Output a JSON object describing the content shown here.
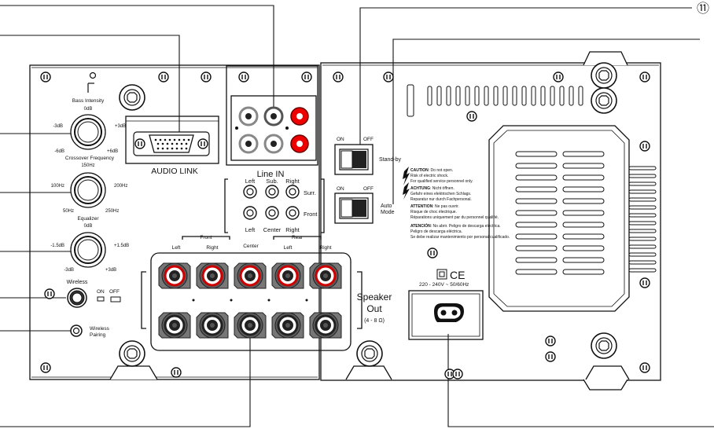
{
  "callout_number": "⑪",
  "panel": {
    "bass": {
      "title": "Bass Intensity",
      "top": "0dB",
      "left": "-3dB",
      "right": "+3dB",
      "bottom_left": "-6dB",
      "bottom_right": "+6dB"
    },
    "crossover": {
      "title": "Crossover Frequency",
      "top": "150Hz",
      "left": "100Hz",
      "right": "200Hz",
      "bottom_left": "50Hz",
      "bottom_right": "250Hz"
    },
    "equalizer": {
      "title": "Equalizer",
      "top": "0dB",
      "left": "-1.5dB",
      "right": "+1.5dB",
      "bottom_left": "-3dB",
      "bottom_right": "+3dB"
    },
    "wireless": {
      "title": "Wireless",
      "on": "ON",
      "off": "OFF"
    },
    "wireless_pairing": {
      "line1": "Wireless",
      "line2": "Pairing"
    },
    "audio_link": "AUDIO LINK",
    "line_in": {
      "title": "Line IN",
      "left": "Left",
      "sub": "Sub.",
      "right": "Right",
      "surr": "Surr.",
      "front": "Front",
      "left2": "Left",
      "center": "Center",
      "right2": "Right"
    },
    "standby": {
      "on": "ON",
      "off": "OFF",
      "label": "Stand-by"
    },
    "auto_mode": {
      "on": "ON",
      "off": "OFF",
      "line1": "Auto",
      "line2": "Mode"
    },
    "speaker": {
      "front": "Front",
      "rear": "Rear",
      "left": "Left",
      "right": "Right",
      "center": "Center",
      "left2": "Left",
      "right2": "Right",
      "out_line1": "Speaker",
      "out_line2": "Out",
      "out_line3": "(4 - 8 Ω)"
    },
    "caution": [
      {
        "head": "CAUTION",
        "l1": ": Do not open.",
        "l2": "Risk of electric shock.",
        "l3": "For qualified service personnel only."
      },
      {
        "head": "ACHTUNG",
        "l1": ": Nicht öffnen.",
        "l2": "Gefahr eines elektrischen Schlags.",
        "l3": "Reparatur nur durch Fachpersonal."
      },
      {
        "head": "ATTENTION",
        "l1": ": Ne pas ouvrir.",
        "l2": "Risque de choc électrique.",
        "l3": "Réparations uniquement par du personnel qualifié."
      },
      {
        "head": "ATENCIÓN",
        "l1": ": No abrir. Peligro de descarga eléctrica.",
        "l2": "Peligro de descarga eléctrica.",
        "l3": "Se debe realizar mantenimiento por personal cualificado."
      }
    ],
    "ce": "CE",
    "power_rating": "220 - 240V ~  50/60Hz"
  }
}
